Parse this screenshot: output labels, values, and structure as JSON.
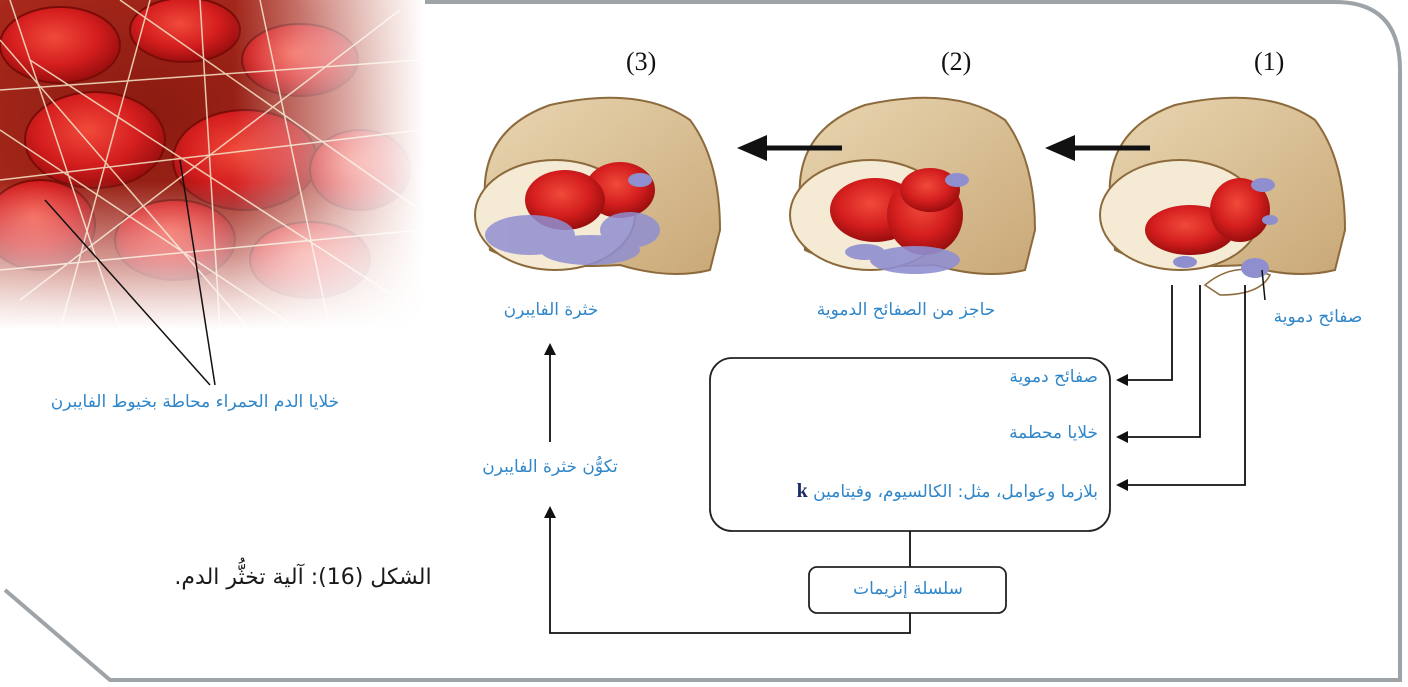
{
  "stages": [
    {
      "number": "(1)",
      "label": "صفائح دموية"
    },
    {
      "number": "(2)",
      "label": "حاجز من الصفائح الدموية"
    },
    {
      "number": "(3)",
      "label": "خثرة الفايبرن"
    }
  ],
  "photo_label": "خلايا الدم الحمراء محاطة بخيوط الفايبرن",
  "factors_box": {
    "items": [
      "صفائح دموية",
      "خلايا محطمة",
      "بلازما وعوامل، مثل: الكالسيوم، وفيتامين"
    ],
    "vitamin_letter": "k"
  },
  "enzyme_chain": "سلسلة إنزيمات",
  "clot_formation": "تكوُّن خثرة الفايبرن",
  "caption": "الشكل (16): آلية تخثُّر الدم.",
  "colors": {
    "label_blue": "#2f86c9",
    "vessel_tan": "#d9bf94",
    "red_cell": "#d21c1c",
    "platelet_purple": "#8f8fd0",
    "frame_grey": "#9ea3a8"
  }
}
